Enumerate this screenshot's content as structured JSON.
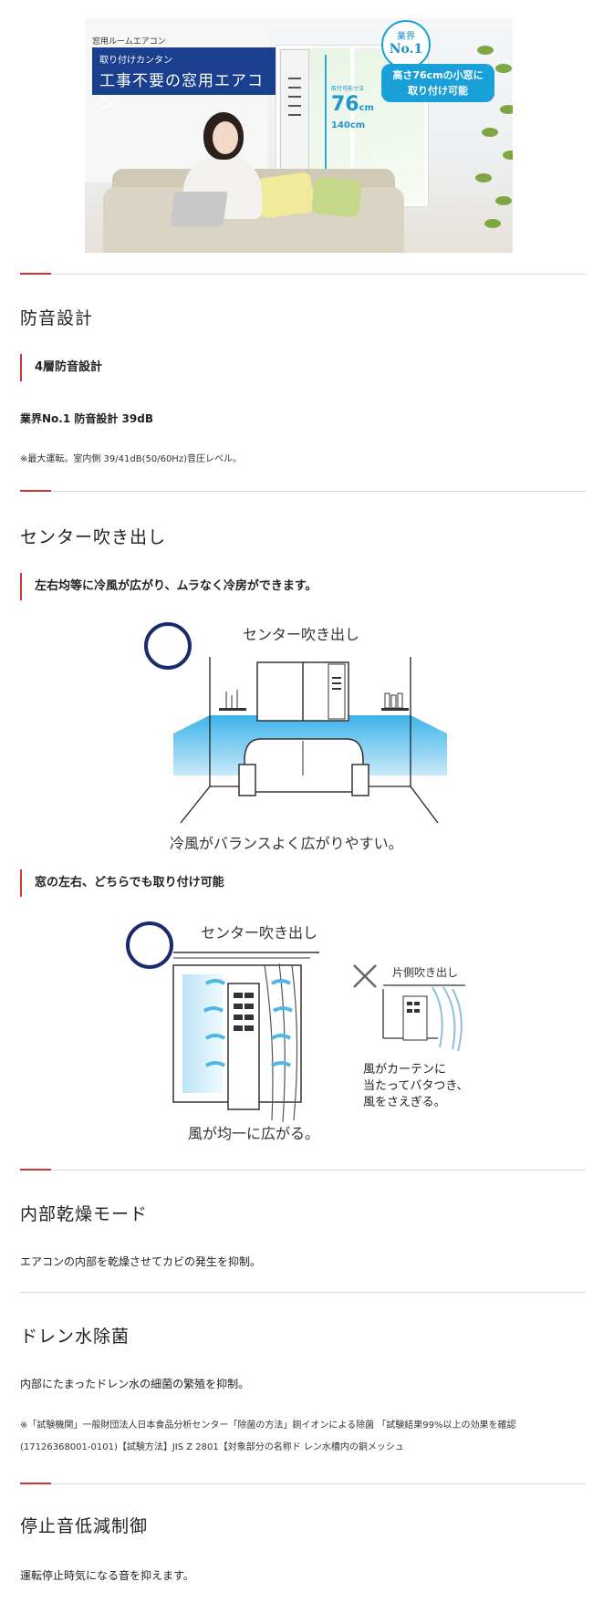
{
  "hero": {
    "tag_small": "窓用ルームエアコン",
    "tag_line1": "取り付けカンタン",
    "tag_line2": "工事不要の窓用エアコン",
    "dim_caption": "取付可能寸法",
    "dim_76": "76",
    "dim_unit": "cm",
    "dim_140": "140cm",
    "badge_top": "業界",
    "badge_main": "No.1",
    "bubble_line1": "高さ76cmの小窓に",
    "bubble_line2": "取り付け可能"
  },
  "sections": {
    "soundproof": {
      "title": "防音設計",
      "subtitle": "4層防音設計",
      "headline": "業界No.1 防音設計 39dB",
      "note": "※最大運転。室内側 39/41dB(50/60Hz)音圧レベル。"
    },
    "center_outlet": {
      "title": "センター吹き出し",
      "subtitle1": "左右均等に冷風が広がり、ムラなく冷房ができます。",
      "fig1_label": "センター吹き出し",
      "fig1_caption": "冷風がバランスよく広がりやすい。",
      "subtitle2": "窓の左右、どちらでも取り付け可能",
      "fig2_label": "センター吹き出し",
      "fig2_caption": "風が均一に広がる。",
      "fig2_side_label": "片側吹き出し",
      "fig2_side_text1": "風がカーテンに",
      "fig2_side_text2": "当たってバタつき、",
      "fig2_side_text3": "風をさえぎる。"
    },
    "dry_mode": {
      "title": "内部乾燥モード",
      "text": "エアコンの内部を乾燥させてカビの発生を抑制。"
    },
    "drain": {
      "title": "ドレン水除菌",
      "text": "内部にたまったドレン水の細菌の繁殖を抑制。",
      "note_line1": "※「試験機関」一般財団法人日本食品分析センター「除菌の方法」銅イオンによる除菌 「試験結果99%以上の効果を確認",
      "note_line2": "(17126368001-0101)【試験方法】JIS Z 2801【対象部分の名称ド レン水槽内の銅メッシュ"
    },
    "stop_noise": {
      "title": "停止音低減制御",
      "text": "運転停止時気になる音を抑えます。"
    }
  },
  "colors": {
    "accent_red": "#d13232",
    "navy": "#1a3f8e",
    "sky": "#1aa0d8"
  }
}
